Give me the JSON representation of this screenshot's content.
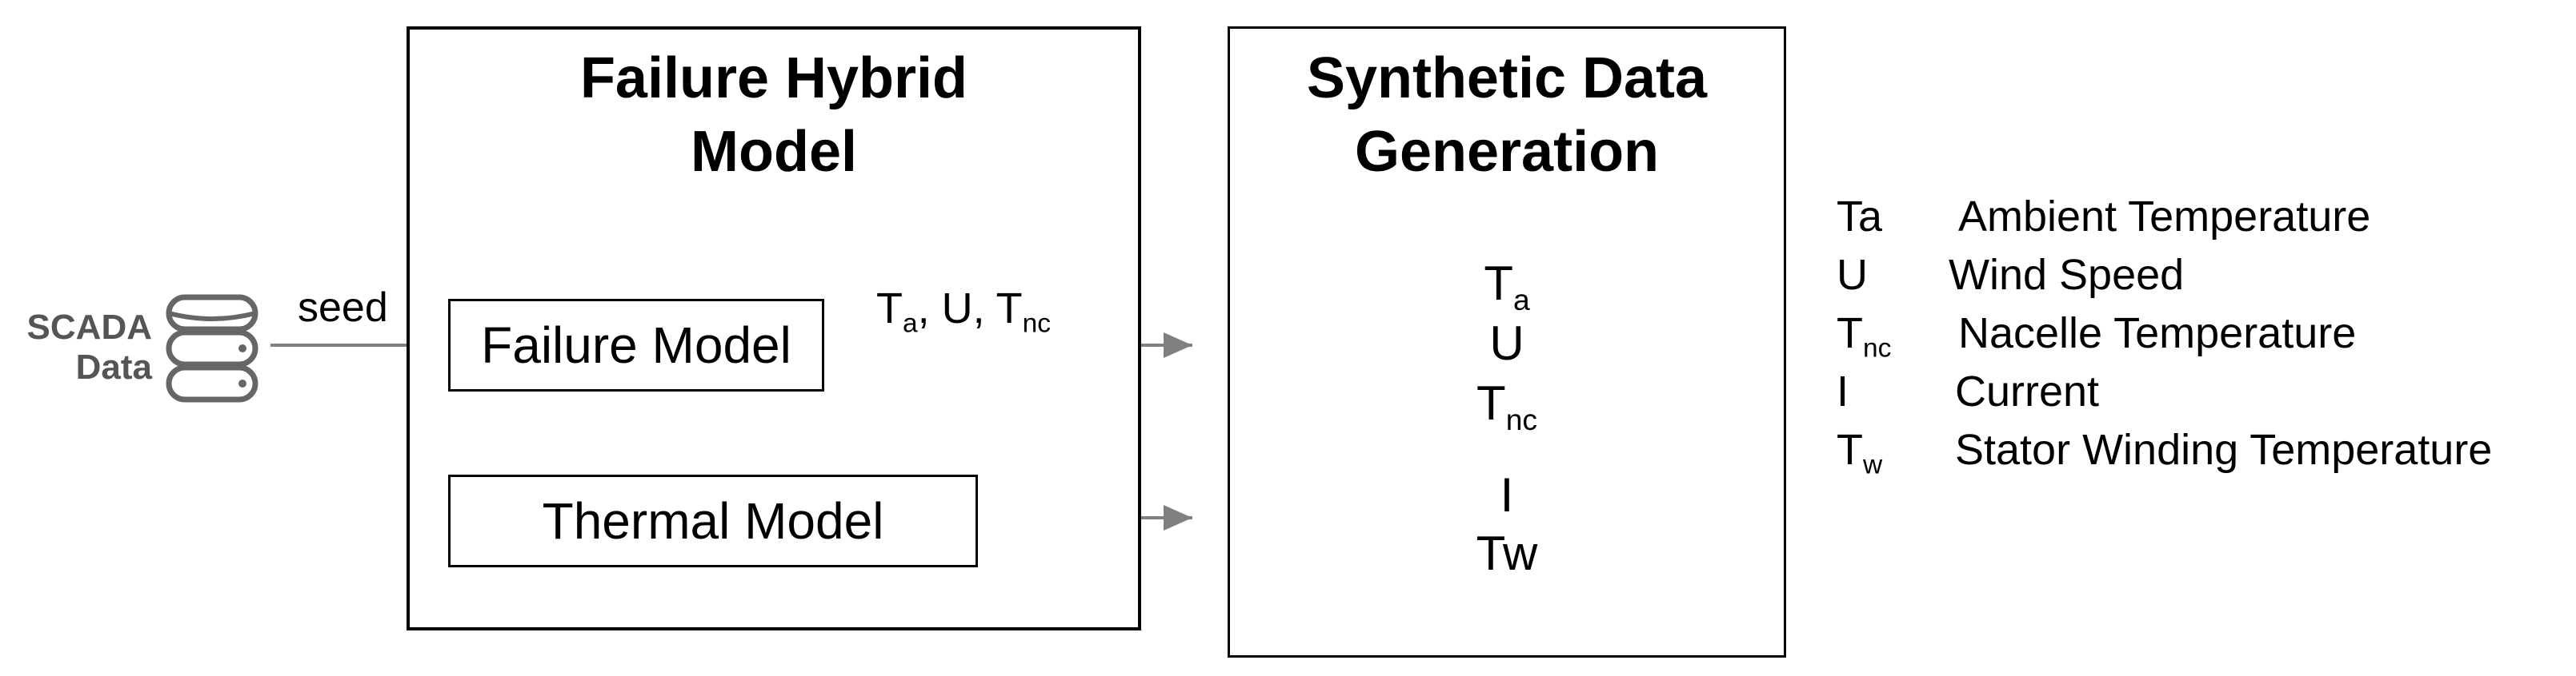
{
  "source": {
    "line1": "SCADA",
    "line2": "Data"
  },
  "seed_label": "seed",
  "hybrid_model": {
    "title_line1": "Failure Hybrid",
    "title_line2": "Model",
    "failure_model": "Failure Model",
    "thermal_model": "Thermal Model",
    "output_label": {
      "t": "T",
      "a_sub": "a",
      "mid": ", U, ",
      "t2": "T",
      "nc_sub": "nc"
    }
  },
  "synthetic": {
    "title_line1": "Synthetic Data",
    "title_line2": "Generation",
    "vars": {
      "ta_main": "T",
      "ta_sub": "a",
      "u": "U",
      "tnc_main": "T",
      "tnc_sub": "nc",
      "i": "I",
      "tw": "Tw"
    }
  },
  "legend": [
    {
      "sym_main": "Ta",
      "sym_sub": "",
      "desc": "Ambient Temperature"
    },
    {
      "sym_main": "U",
      "sym_sub": "",
      "desc": "Wind Speed"
    },
    {
      "sym_main": "T",
      "sym_sub": "nc",
      "desc": "Nacelle Temperature"
    },
    {
      "sym_main": "I",
      "sym_sub": "",
      "desc": "Current"
    },
    {
      "sym_main": "T",
      "sym_sub": "w",
      "desc": "Stator Winding Temperature"
    }
  ],
  "colors": {
    "arrow": "#808080",
    "box_border": "#000000",
    "db_icon": "#666666"
  },
  "icons": [
    "database-icon"
  ]
}
